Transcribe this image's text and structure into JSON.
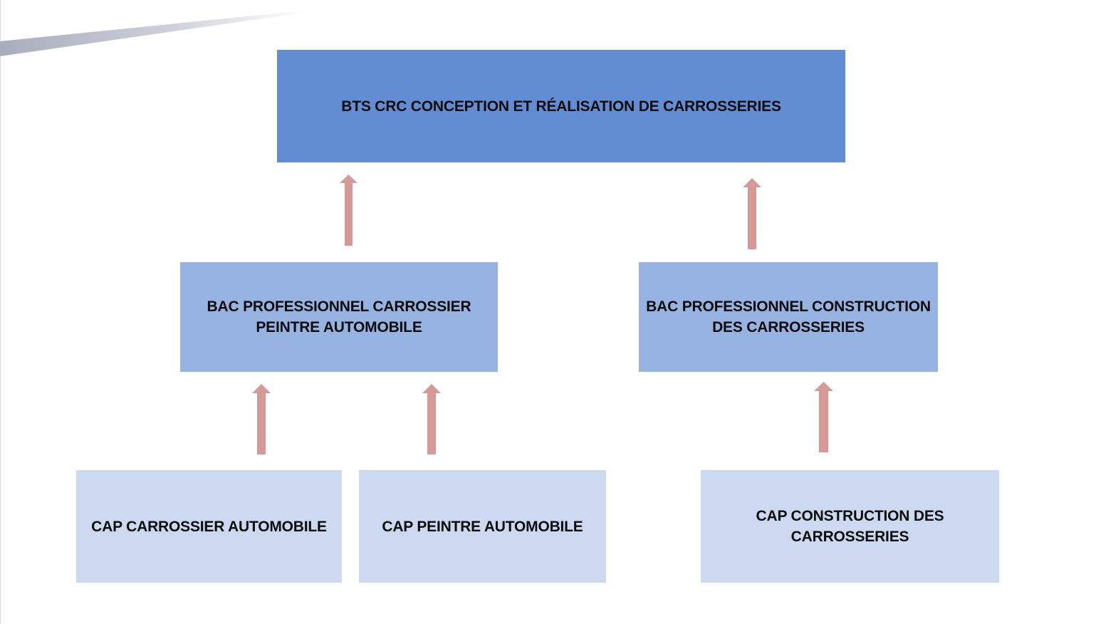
{
  "colors": {
    "level1": "#628dd2",
    "level2": "#97b3e1",
    "level3": "#ccd9f1",
    "arrow": "#d59a97"
  },
  "diagram": {
    "top": {
      "label": "BTS CRC CONCEPTION ET RÉALISATION DE CARROSSERIES"
    },
    "middle": [
      {
        "line1": "BAC PROFESSIONNEL CARROSSIER",
        "line2": "PEINTRE AUTOMOBILE"
      },
      {
        "line1": "BAC PROFESSIONNEL CONSTRUCTION",
        "line2": "DES CARROSSERIES"
      }
    ],
    "bottom": [
      {
        "line1": "CAP CARROSSIER AUTOMOBILE",
        "line2": ""
      },
      {
        "line1": "CAP PEINTRE AUTOMOBILE",
        "line2": ""
      },
      {
        "line1": "CAP CONSTRUCTION DES",
        "line2": "CARROSSERIES"
      }
    ]
  }
}
